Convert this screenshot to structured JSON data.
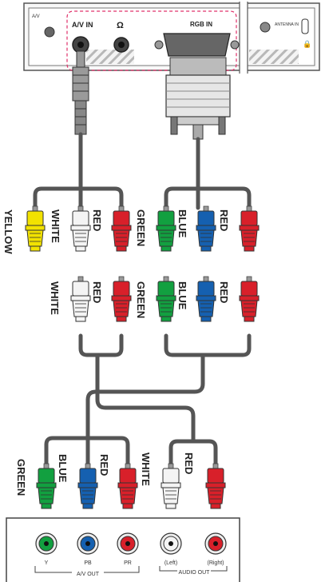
{
  "tv_panel": {
    "av_in_label": "A/V IN",
    "headphone_label": "Ω",
    "rgb_in_label": "RGB IN",
    "antenna_label": "ANTENNA IN",
    "left_edge_label": "A/V"
  },
  "cable_labels": {
    "av_yellow": "YELLOW",
    "av_white": "WHITE",
    "av_red": "RED",
    "rgb_green": "GREEN",
    "rgb_blue": "BLUE",
    "rgb_red": "RED",
    "mid_white": "WHITE",
    "mid_red": "RED",
    "mid_green": "GREEN",
    "mid_blue": "BLUE",
    "mid_red2": "RED",
    "dev_green": "GREEN",
    "dev_blue": "BLUE",
    "dev_red": "RED",
    "dev_white": "WHITE",
    "dev_red2": "RED"
  },
  "device": {
    "jack_y": "Y",
    "jack_pb": "PB",
    "jack_pr": "PR",
    "jack_left": "(Left)",
    "jack_right": "(Right)",
    "av_out_label": "A/V OUT",
    "audio_out_label": "AUDIO OUT"
  },
  "colors": {
    "yellow": "#f2e200",
    "white": "#f4f4f4",
    "red": "#d8202a",
    "green": "#12a040",
    "blue": "#1560b0",
    "cable": "#555555"
  }
}
